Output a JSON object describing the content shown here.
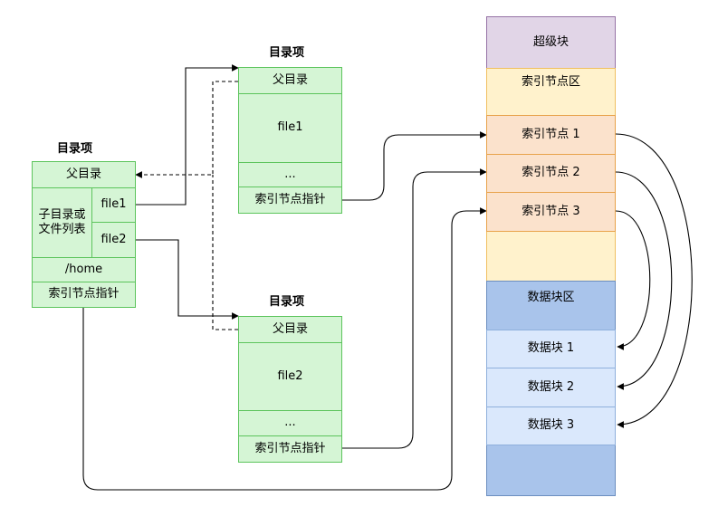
{
  "left_entry": {
    "title": "目录项",
    "parent": "父目录",
    "children_label": "子目录或\n文件列表",
    "file1": "file1",
    "file2": "file2",
    "home": "/home",
    "inode_ptr": "索引节点指针"
  },
  "upper_entry": {
    "title": "目录项",
    "parent": "父目录",
    "file": "file1",
    "ellipsis": "...",
    "inode_ptr": "索引节点指针"
  },
  "lower_entry": {
    "title": "目录项",
    "parent": "父目录",
    "file": "file2",
    "ellipsis": "...",
    "inode_ptr": "索引节点指针"
  },
  "disk": {
    "superblock": "超级块",
    "inode_area": "索引节点区",
    "inode1": "索引节点 1",
    "inode2": "索引节点 2",
    "inode3": "索引节点 3",
    "data_area": "数据块区",
    "block1": "数据块 1",
    "block2": "数据块 2",
    "block3": "数据块 3"
  }
}
